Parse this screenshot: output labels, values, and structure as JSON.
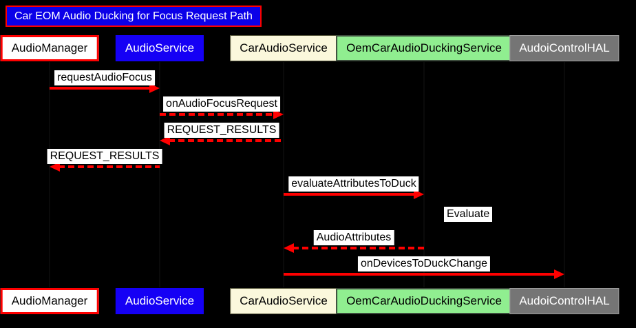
{
  "diagram": {
    "type": "sequence",
    "title": "Car EOM Audio Ducking for Focus Request Path",
    "participants": [
      {
        "id": "AudioManager",
        "label": "AudioManager",
        "bg": "#FFFFFF",
        "text_color": "#000000",
        "border_color": "#FF0000"
      },
      {
        "id": "AudioService",
        "label": "AudioService",
        "bg": "#1500F5",
        "text_color": "#FFFFFF",
        "border_color": "#1500F5"
      },
      {
        "id": "CarAudioService",
        "label": "CarAudioService",
        "bg": "#FBF8DC",
        "text_color": "#000000",
        "border_color": "#55553A"
      },
      {
        "id": "OemCarAudioDuckingService",
        "label": "OemCarAudioDuckingService",
        "bg": "#90EE90",
        "text_color": "#000000",
        "border_color": "#3C4A3C"
      },
      {
        "id": "AudoiControlHAL",
        "label": "AudoiControlHAL",
        "bg": "#757575",
        "text_color": "#FFFFFF",
        "border_color": "#9E9E9E"
      }
    ],
    "messages": [
      {
        "label": "requestAudioFocus",
        "from": "AudioManager",
        "to": "AudioService",
        "line": "solid"
      },
      {
        "label": "onAudioFocusRequest",
        "from": "AudioService",
        "to": "CarAudioService",
        "line": "dashed"
      },
      {
        "label": "REQUEST_RESULTS",
        "from": "CarAudioService",
        "to": "AudioService",
        "line": "dashed"
      },
      {
        "label": "REQUEST_RESULTS",
        "from": "AudioService",
        "to": "AudioManager",
        "line": "dashed"
      },
      {
        "label": "evaluateAttributesToDuck",
        "from": "CarAudioService",
        "to": "OemCarAudioDuckingService",
        "line": "solid"
      },
      {
        "label": "Evaluate",
        "from": "OemCarAudioDuckingService",
        "to": "OemCarAudioDuckingService",
        "line": "self"
      },
      {
        "label": "AudioAttributes",
        "from": "OemCarAudioDuckingService",
        "to": "CarAudioService",
        "line": "dashed"
      },
      {
        "label": "onDevicesToDuckChange",
        "from": "CarAudioService",
        "to": "AudoiControlHAL",
        "line": "solid"
      }
    ],
    "colors": {
      "background": "#000000",
      "arrow": "#FF0000",
      "message_label_bg": "#FFFFFF",
      "message_label_text": "#000000",
      "title_bg": "#0B00E8",
      "title_text": "#FFFFFF",
      "title_border": "#FF0000",
      "lifeline": "#0A0A0A"
    }
  }
}
